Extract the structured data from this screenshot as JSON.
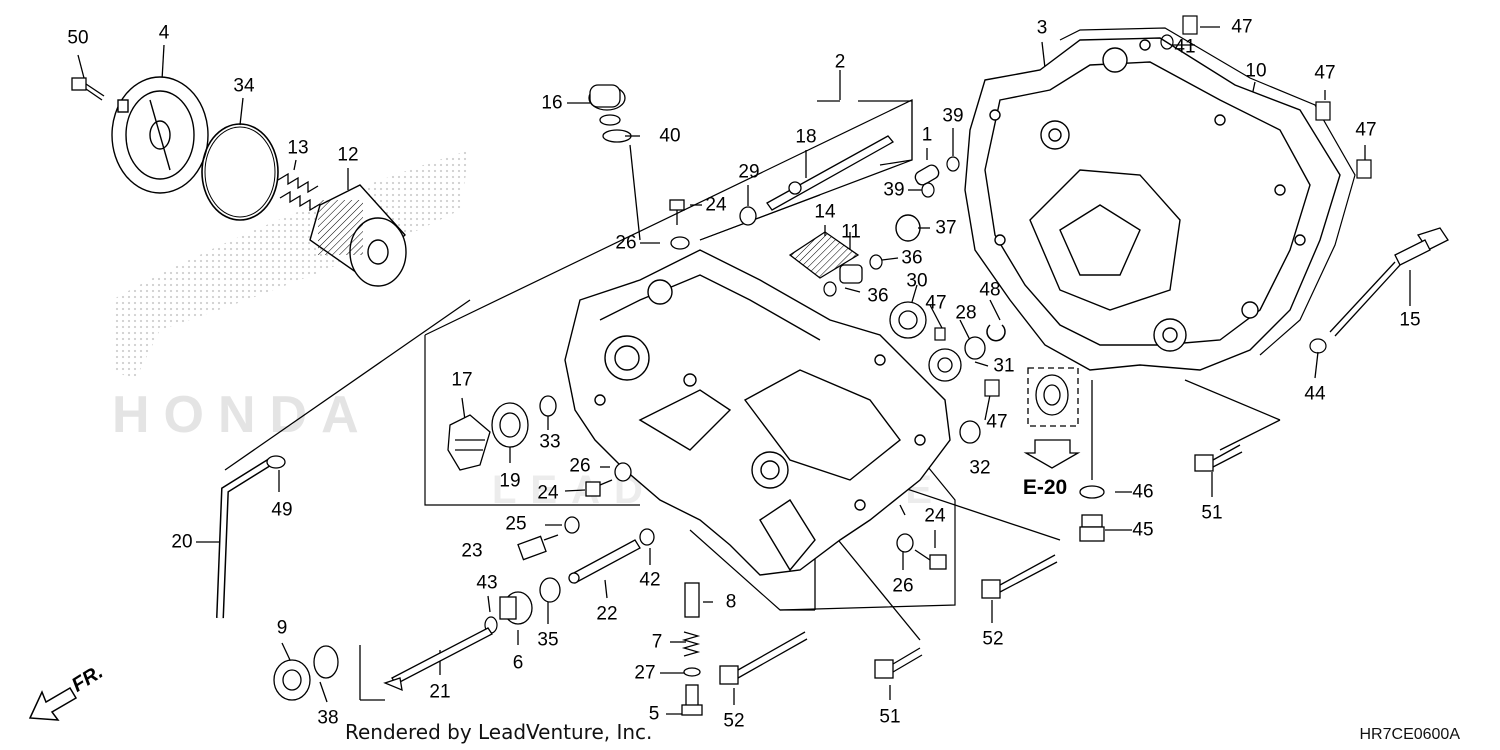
{
  "diagram": {
    "footer": "Rendered by LeadVenture, Inc.",
    "code": "HR7CE0600A",
    "front_marker": "FR.",
    "reference": "E-20",
    "watermark_text": "HONDA",
    "watermark2": "LEADVENTURE"
  },
  "callouts": [
    {
      "id": "c50",
      "text": "50"
    },
    {
      "id": "c4",
      "text": "4"
    },
    {
      "id": "c34",
      "text": "34"
    },
    {
      "id": "c13",
      "text": "13"
    },
    {
      "id": "c12",
      "text": "12"
    },
    {
      "id": "c16",
      "text": "16"
    },
    {
      "id": "c40",
      "text": "40"
    },
    {
      "id": "c2",
      "text": "2"
    },
    {
      "id": "c18",
      "text": "18"
    },
    {
      "id": "c29",
      "text": "29"
    },
    {
      "id": "c24a",
      "text": "24"
    },
    {
      "id": "c26a",
      "text": "26"
    },
    {
      "id": "c14",
      "text": "14"
    },
    {
      "id": "c11",
      "text": "11"
    },
    {
      "id": "c1",
      "text": "1"
    },
    {
      "id": "c39a",
      "text": "39"
    },
    {
      "id": "c39b",
      "text": "39"
    },
    {
      "id": "c37",
      "text": "37"
    },
    {
      "id": "c36a",
      "text": "36"
    },
    {
      "id": "c36b",
      "text": "36"
    },
    {
      "id": "c30",
      "text": "30"
    },
    {
      "id": "c47a",
      "text": "47"
    },
    {
      "id": "c28",
      "text": "28"
    },
    {
      "id": "c48",
      "text": "48"
    },
    {
      "id": "c31",
      "text": "31"
    },
    {
      "id": "c47b",
      "text": "47"
    },
    {
      "id": "c32",
      "text": "32"
    },
    {
      "id": "c3",
      "text": "3"
    },
    {
      "id": "c47c",
      "text": "47"
    },
    {
      "id": "c41",
      "text": "41"
    },
    {
      "id": "c10",
      "text": "10"
    },
    {
      "id": "c47d",
      "text": "47"
    },
    {
      "id": "c47e",
      "text": "47"
    },
    {
      "id": "c15",
      "text": "15"
    },
    {
      "id": "c44",
      "text": "44"
    },
    {
      "id": "c46",
      "text": "46"
    },
    {
      "id": "c45",
      "text": "45"
    },
    {
      "id": "c51a",
      "text": "51"
    },
    {
      "id": "c17",
      "text": "17"
    },
    {
      "id": "c19",
      "text": "19"
    },
    {
      "id": "c33",
      "text": "33"
    },
    {
      "id": "c26b",
      "text": "26"
    },
    {
      "id": "c24b",
      "text": "24"
    },
    {
      "id": "c25",
      "text": "25"
    },
    {
      "id": "c23",
      "text": "23"
    },
    {
      "id": "c49",
      "text": "49"
    },
    {
      "id": "c20",
      "text": "20"
    },
    {
      "id": "c43",
      "text": "43"
    },
    {
      "id": "c35",
      "text": "35"
    },
    {
      "id": "c22",
      "text": "22"
    },
    {
      "id": "c42",
      "text": "42"
    },
    {
      "id": "c8",
      "text": "8"
    },
    {
      "id": "c7",
      "text": "7"
    },
    {
      "id": "c27",
      "text": "27"
    },
    {
      "id": "c5",
      "text": "5"
    },
    {
      "id": "c9",
      "text": "9"
    },
    {
      "id": "c38",
      "text": "38"
    },
    {
      "id": "c21",
      "text": "21"
    },
    {
      "id": "c6",
      "text": "6"
    },
    {
      "id": "c52a",
      "text": "52"
    },
    {
      "id": "c51b",
      "text": "51"
    },
    {
      "id": "c24c",
      "text": "24"
    },
    {
      "id": "c26c",
      "text": "26"
    },
    {
      "id": "c52b",
      "text": "52"
    }
  ]
}
